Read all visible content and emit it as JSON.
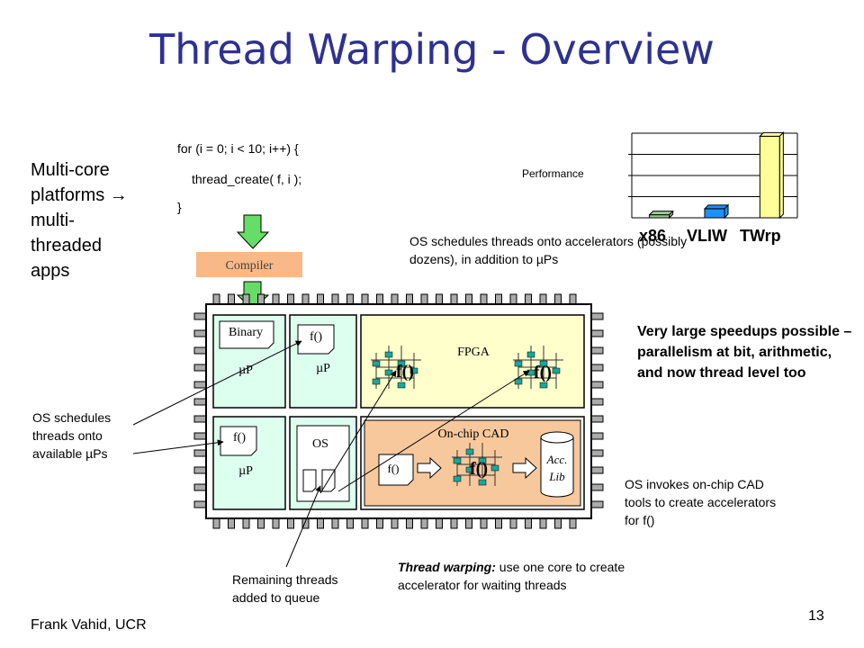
{
  "slide": {
    "title": "Thread Warping - Overview",
    "intro": "Multi-core platforms → multi-threaded apps",
    "code": [
      "for (i = 0; i < 10; i++) {",
      "thread_create( f, i );",
      "}"
    ],
    "compiler_label": "Compiler",
    "footer": "Frank Vahid, UCR",
    "page_number": "13"
  },
  "chip": {
    "binary_label": "Binary",
    "up_label": "µP",
    "f_label": "f()",
    "os_label": "OS",
    "fpga_label": "FPGA",
    "cad_label": "On-chip CAD",
    "acc_lib_label": "Acc. Lib"
  },
  "annotations": {
    "os_schedules_accel": "OS schedules threads onto accelerators (possibly dozens), in addition to µPs",
    "speedups": "Very large speedups possible – parallelism at bit, arithmetic, and now thread level too",
    "os_schedules_up": "OS schedules threads onto available µPs",
    "os_invokes_cad": "OS invokes on-chip CAD tools to create accelerators for f()",
    "remaining_threads": "Remaining threads added to queue",
    "thread_warping_bold": "Thread warping:",
    "thread_warping_text": " use one core to create accelerator for waiting threads"
  },
  "chart_data": {
    "type": "bar",
    "categories": [
      "x86",
      "VLIW",
      "TWrp"
    ],
    "values": [
      0.5,
      1.5,
      13.5
    ],
    "ylim": [
      0,
      14
    ],
    "ylabel": "Performance",
    "xlabel": "",
    "title": "",
    "grid": true,
    "colors": [
      "#99cc99",
      "#1e90ff",
      "#ffff99"
    ]
  }
}
